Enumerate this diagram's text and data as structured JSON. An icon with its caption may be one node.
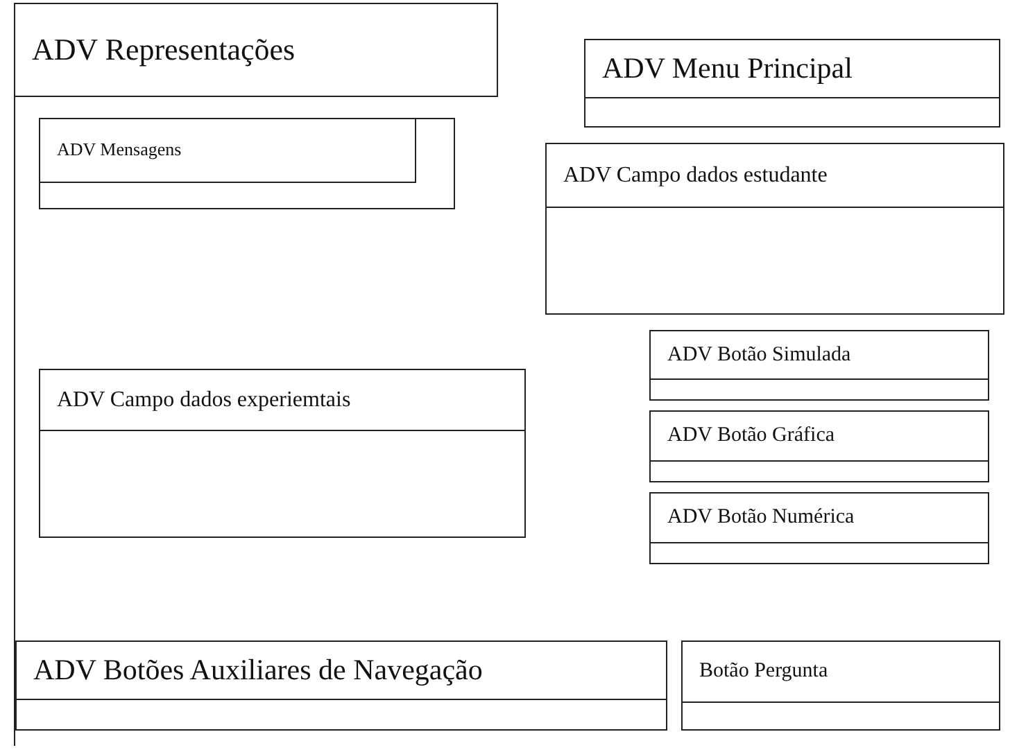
{
  "diagram": {
    "nodes": [
      {
        "text": [
          "ADV Representações"
        ]
      },
      {
        "text": [
          "ADV Menu Principal"
        ],
        "in": 0
      },
      {
        "text": [
          "ADV Mensagens"
        ],
        "in": 0
      },
      {
        "text": [
          "ADV Campo dados estudante"
        ],
        "in": 0
      },
      {
        "text": [
          "ADV Botão Simulada"
        ],
        "in": 0
      },
      {
        "text": [
          "ADV Botão Gráfica"
        ],
        "in": 0
      },
      {
        "text": [
          "ADV Botão Numérica"
        ],
        "in": 0
      },
      {
        "text": [
          "ADV Campo dados experiemtais"
        ],
        "in": 0
      },
      {
        "text": [
          "ADV Botões Auxiliares de Navegação"
        ],
        "in": 0
      },
      {
        "text": [
          "Botão Pergunta"
        ],
        "in": 0
      }
    ]
  }
}
